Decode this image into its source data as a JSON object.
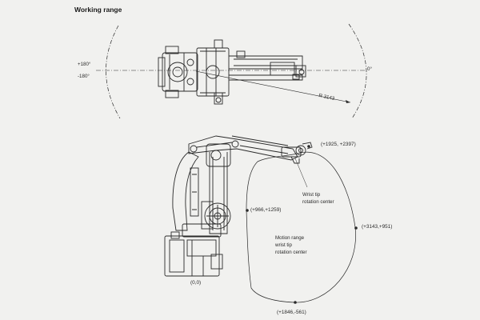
{
  "title": "Working range",
  "top_view": {
    "angle_pos": "+180°",
    "angle_neg": "-180°",
    "angle_zero": "0°",
    "radius": "R 3143"
  },
  "side_view": {
    "origin": "(0,0)",
    "pt_top": "(+1925, +2397)",
    "pt_left": "(+966,+1259)",
    "pt_right": "(+3143,+951)",
    "pt_bottom": "(+1846,-561)",
    "wrist_label_1": "Wrist tip",
    "wrist_label_2": "rotation center",
    "motion_label_1": "Motion range",
    "motion_label_2": "wrist tip",
    "motion_label_3": "rotation center"
  },
  "colors": {
    "background": "#f1f1ef",
    "line": "#2a2a2a"
  }
}
